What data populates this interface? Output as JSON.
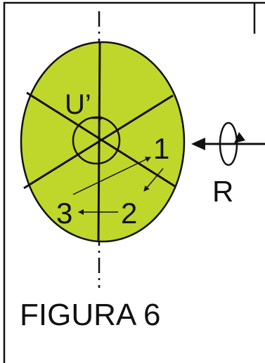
{
  "colors": {
    "disk_fill": "#bfd62a",
    "stroke": "#111111",
    "background": "#ffffff"
  },
  "labels": {
    "u_prime": "U’",
    "point_1": "1",
    "point_2": "2",
    "point_3": "3",
    "rotation": "R"
  },
  "caption": "FIGURA 6",
  "icons": {
    "rotation_symbol": "rotation-arrow-icon"
  }
}
